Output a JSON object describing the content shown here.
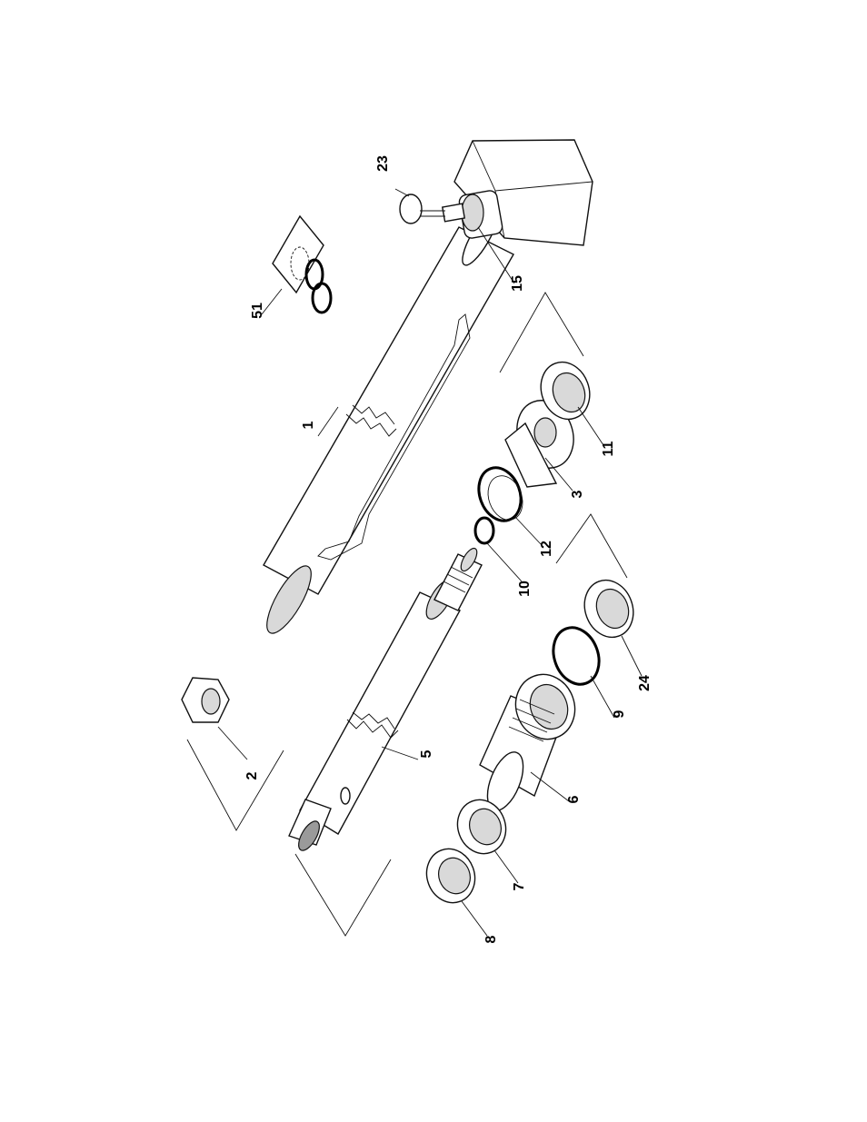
{
  "callouts": {
    "p1": "1",
    "p2": "2",
    "p3": "3",
    "p5": "5",
    "p6": "6",
    "p7": "7",
    "p8": "8",
    "p9": "9",
    "p10": "10",
    "p11": "11",
    "p12": "12",
    "p15": "15",
    "p23": "23",
    "p24": "24",
    "p51": "51"
  }
}
